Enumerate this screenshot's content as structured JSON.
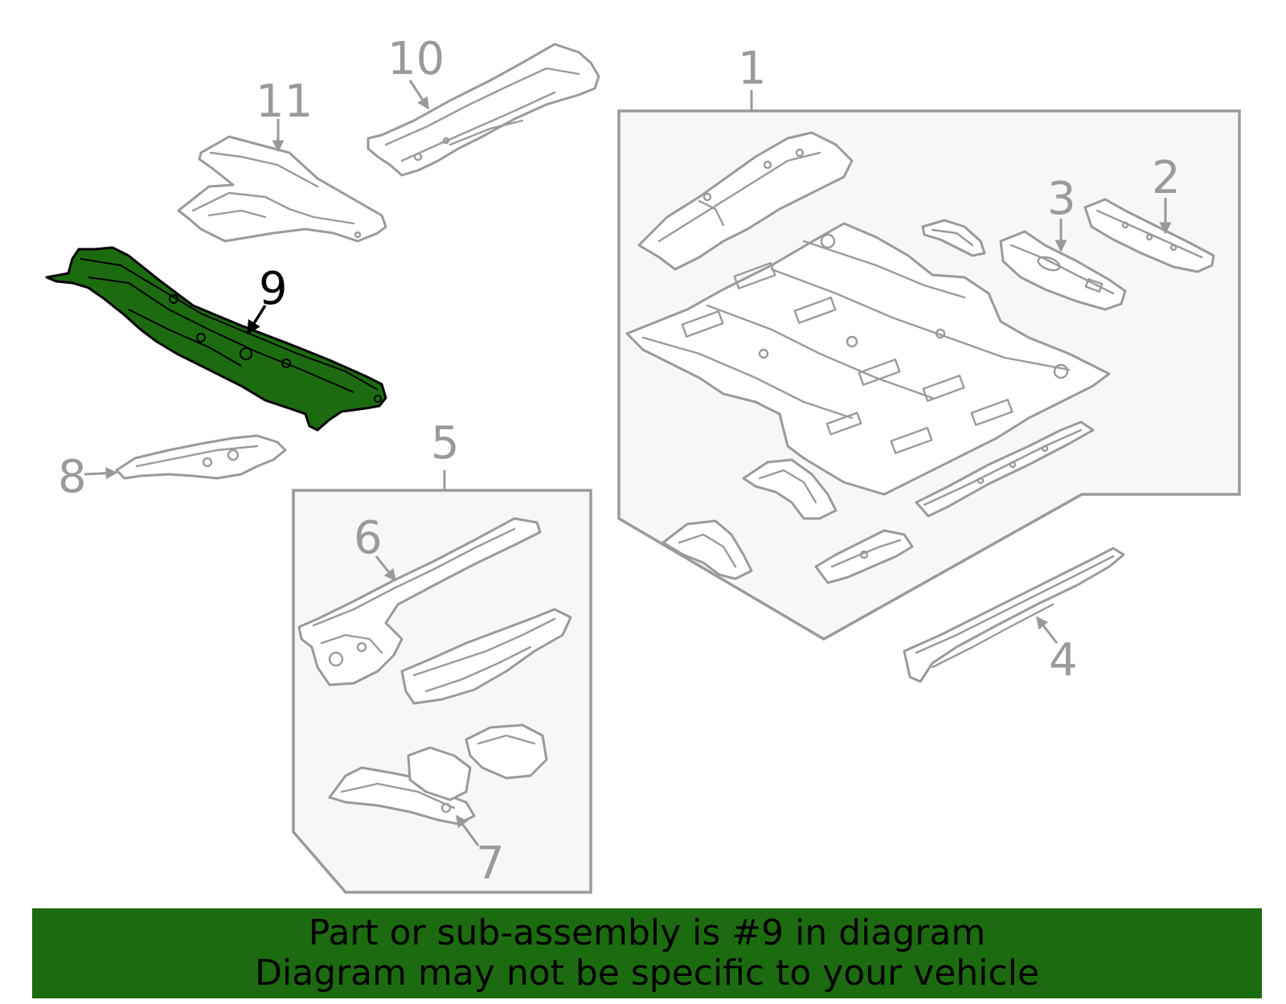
{
  "callouts": {
    "c1": "1",
    "c2": "2",
    "c3": "3",
    "c4": "4",
    "c5": "5",
    "c6": "6",
    "c7": "7",
    "c8": "8",
    "c9": "9",
    "c10": "10",
    "c11": "11"
  },
  "highlight": {
    "part": "9",
    "color": "#1d6b10"
  },
  "banner": {
    "line1": "Part or sub-assembly is #9 in diagram",
    "line2": "Diagram may not be specific to your vehicle",
    "color": "#1d6b10"
  }
}
